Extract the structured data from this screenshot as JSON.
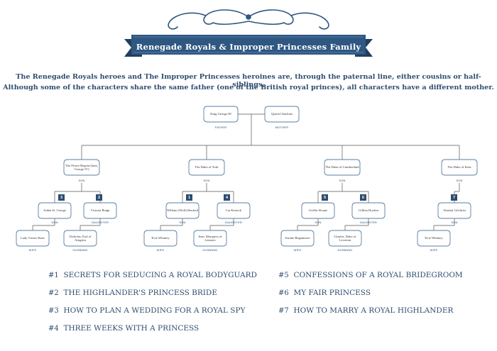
{
  "title": "Renegade Royals & Improper Princesses Family Tree",
  "intro": {
    "line1": "The Renegade Royals heroes and The Improper Princesses heroines are, through the paternal line, either cousins or half-siblings.",
    "line2": "Although some of the characters share the same father (one of the British royal princes), all characters have a different mother."
  },
  "colors": {
    "primary": "#2e4d6f",
    "node_border": "#5a7fa3",
    "banner": "#2e5782"
  },
  "top": {
    "father": {
      "name": "King George III",
      "role": "FATHER"
    },
    "mother": {
      "name": "Queen Charlotte",
      "role": "MOTHER"
    }
  },
  "sons": [
    {
      "name": "The Prince Regent (later, George IV)",
      "role": "SON"
    },
    {
      "name": "The Duke of York",
      "role": "SON"
    },
    {
      "name": "The Duke of Cumberland",
      "role": "SON"
    },
    {
      "name": "The Duke of Kent",
      "role": "SON"
    }
  ],
  "children": [
    {
      "badge": "3",
      "name": "Aiden St. George",
      "role": "SON"
    },
    {
      "badge": "2",
      "name": "Victoria Reign",
      "role": "DAUGHTER"
    },
    {
      "badge": "1",
      "name": "William (Wolf) Renford",
      "role": "SON"
    },
    {
      "badge": "4",
      "name": "Lia Kenrick",
      "role": "DAUGHTER"
    },
    {
      "badge": "5",
      "name": "Griffin Sloane",
      "role": "SON"
    },
    {
      "badge": "6",
      "name": "Gillian Drydon",
      "role": "DAUGHTER"
    },
    {
      "badge": "7",
      "name": "Alastair Gilchrist",
      "role": "SON"
    }
  ],
  "spouses": [
    {
      "name": "Lady Vivian Shaw",
      "role": "WIFE"
    },
    {
      "name": "Nicholas, Earl of Arngrim",
      "role": "HUSBAND"
    },
    {
      "name": "Evie Whitney",
      "role": "WIFE"
    },
    {
      "name": "Jean, Marquess of Lennoix",
      "role": "HUSBAND"
    },
    {
      "name": "Justine Brightmore",
      "role": "WIFE"
    },
    {
      "name": "Charles, Duke of Leverton",
      "role": "HUSBAND"
    },
    {
      "name": "Evie Whitney",
      "role": "WIFE"
    }
  ],
  "books": [
    {
      "num": "#1",
      "title": "SECRETS FOR SEDUCING A ROYAL BODYGUARD"
    },
    {
      "num": "#2",
      "title": "THE HIGHLANDER'S PRINCESS BRIDE"
    },
    {
      "num": "#3",
      "title": "HOW TO PLAN A WEDDING FOR A ROYAL SPY"
    },
    {
      "num": "#4",
      "title": "THREE WEEKS WITH A PRINCESS"
    },
    {
      "num": "#5",
      "title": "CONFESSIONS OF A ROYAL BRIDEGROOM"
    },
    {
      "num": "#6",
      "title": "MY FAIR PRINCESS"
    },
    {
      "num": "#7",
      "title": "HOW TO MARRY A ROYAL HIGHLANDER"
    }
  ]
}
